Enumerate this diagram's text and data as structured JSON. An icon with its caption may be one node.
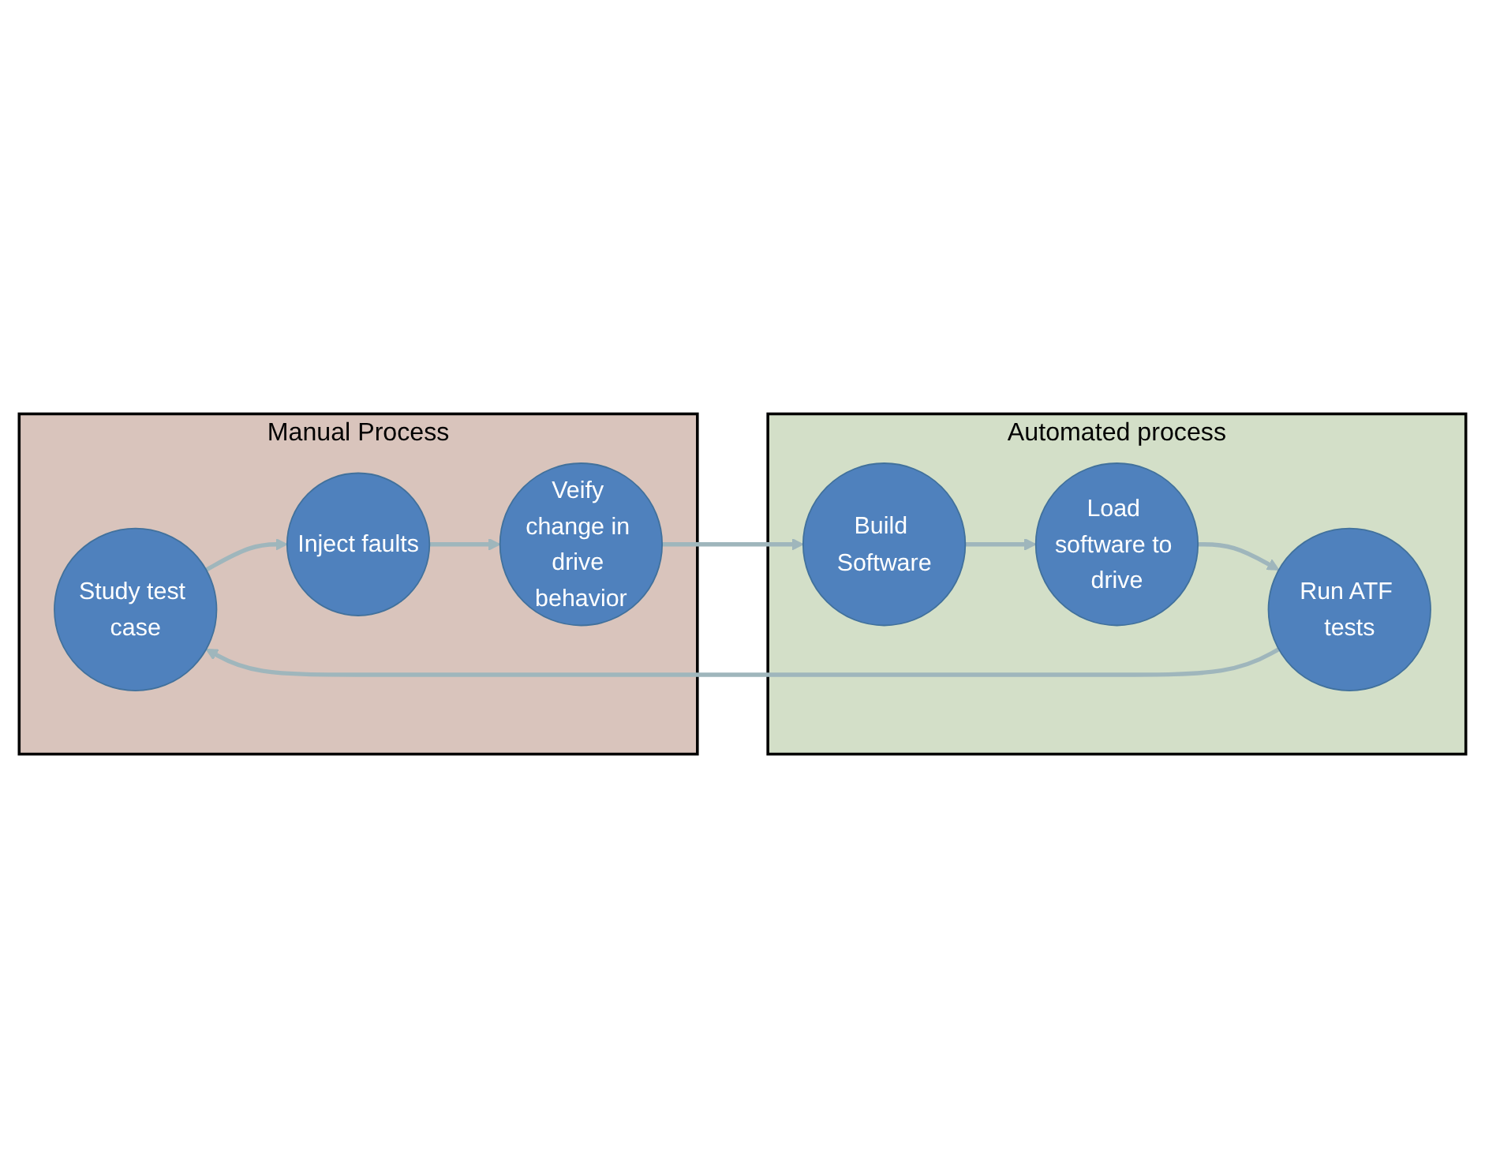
{
  "diagram": {
    "nodes": [
      {
        "text": [
          "Manual Process"
        ]
      },
      {
        "text": [
          "Study test case"
        ],
        "in": 0
      },
      {
        "text": [
          "Inject faults"
        ],
        "in": 0
      },
      {
        "text": [
          "Veify change in drive behavior"
        ],
        "in": 0
      },
      {
        "text": [
          "Automated process"
        ]
      },
      {
        "text": [
          "Build Software"
        ],
        "in": 4
      },
      {
        "text": [
          "Load software to drive"
        ],
        "in": 4
      },
      {
        "text": [
          "Run ATF tests"
        ],
        "in": 4
      }
    ],
    "edges": [
      {
        "from": 1,
        "to": 2,
        "arrow": "to"
      },
      {
        "from": 2,
        "to": 3,
        "arrow": "to"
      },
      {
        "from": 3,
        "to": 5,
        "arrow": "to"
      },
      {
        "from": 5,
        "to": 6,
        "arrow": "to"
      },
      {
        "from": 6,
        "to": 7,
        "arrow": "to"
      },
      {
        "from": 7,
        "to": 1,
        "arrow": "to"
      }
    ]
  }
}
